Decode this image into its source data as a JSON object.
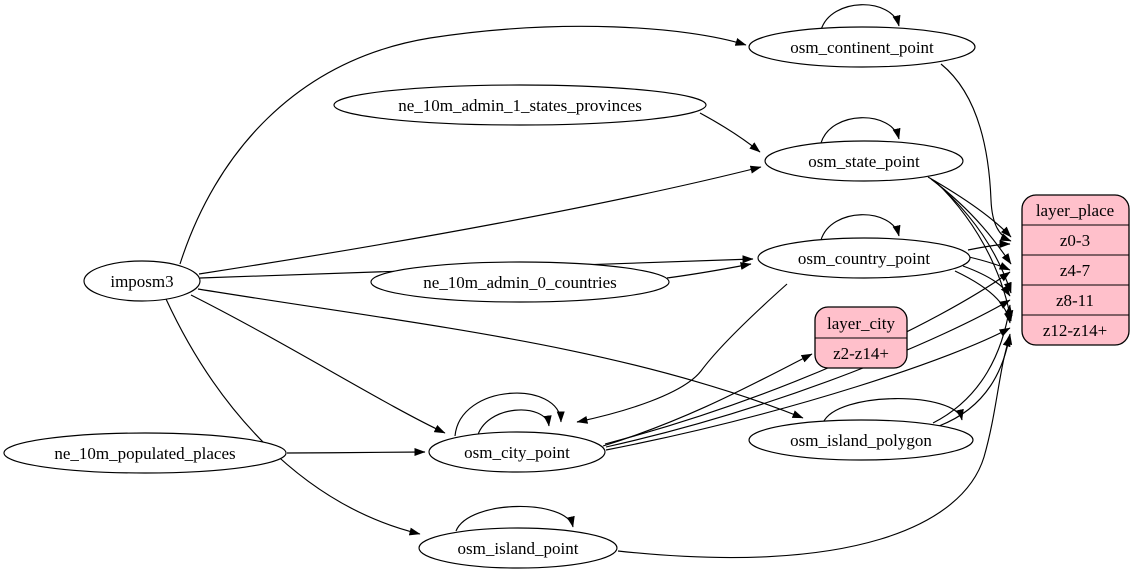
{
  "diagram": {
    "type": "graphviz-etl-digraph",
    "background": "#ffffff",
    "edge_color": "#000000",
    "node_fill": "#ffffff",
    "record_fill": "#ffc0cb",
    "nodes": {
      "imposm3": {
        "label": "imposm3"
      },
      "ne_10m_admin_1_states_provinces": {
        "label": "ne_10m_admin_1_states_provinces"
      },
      "ne_10m_admin_0_countries": {
        "label": "ne_10m_admin_0_countries"
      },
      "ne_10m_populated_places": {
        "label": "ne_10m_populated_places"
      },
      "osm_continent_point": {
        "label": "osm_continent_point"
      },
      "osm_state_point": {
        "label": "osm_state_point"
      },
      "osm_country_point": {
        "label": "osm_country_point"
      },
      "osm_city_point": {
        "label": "osm_city_point"
      },
      "osm_island_polygon": {
        "label": "osm_island_polygon"
      },
      "osm_island_point": {
        "label": "osm_island_point"
      }
    },
    "records": {
      "layer_city": {
        "title": "layer_city",
        "rows": [
          "z2-z14+"
        ]
      },
      "layer_place": {
        "title": "layer_place",
        "rows": [
          "z0-3",
          "z4-7",
          "z8-11",
          "z12-z14+"
        ]
      }
    },
    "edges": [
      {
        "from": "imposm3",
        "to": "osm_continent_point"
      },
      {
        "from": "imposm3",
        "to": "osm_state_point"
      },
      {
        "from": "imposm3",
        "to": "osm_country_point"
      },
      {
        "from": "imposm3",
        "to": "osm_city_point"
      },
      {
        "from": "imposm3",
        "to": "osm_island_polygon"
      },
      {
        "from": "imposm3",
        "to": "osm_island_point"
      },
      {
        "from": "ne_10m_admin_1_states_provinces",
        "to": "osm_state_point"
      },
      {
        "from": "ne_10m_admin_0_countries",
        "to": "osm_country_point"
      },
      {
        "from": "ne_10m_populated_places",
        "to": "osm_city_point"
      },
      {
        "from": "osm_continent_point",
        "to": "osm_continent_point",
        "self_loop": true
      },
      {
        "from": "osm_state_point",
        "to": "osm_state_point",
        "self_loop": true
      },
      {
        "from": "osm_country_point",
        "to": "osm_country_point",
        "self_loop": true
      },
      {
        "from": "osm_city_point",
        "to": "osm_city_point",
        "self_loop": true
      },
      {
        "from": "osm_city_point",
        "to": "osm_city_point",
        "self_loop": true
      },
      {
        "from": "osm_island_polygon",
        "to": "osm_island_polygon",
        "self_loop": true
      },
      {
        "from": "osm_island_point",
        "to": "osm_island_point",
        "self_loop": true
      },
      {
        "from": "osm_continent_point",
        "to": "layer_place",
        "port": "z0-3"
      },
      {
        "from": "osm_state_point",
        "to": "layer_place",
        "port": "z0-3"
      },
      {
        "from": "osm_state_point",
        "to": "layer_place",
        "port": "z4-7"
      },
      {
        "from": "osm_state_point",
        "to": "layer_place",
        "port": "z8-11"
      },
      {
        "from": "osm_state_point",
        "to": "layer_place",
        "port": "z12-z14+"
      },
      {
        "from": "osm_country_point",
        "to": "layer_place",
        "port": "z0-3"
      },
      {
        "from": "osm_country_point",
        "to": "layer_place",
        "port": "z4-7"
      },
      {
        "from": "osm_country_point",
        "to": "layer_place",
        "port": "z8-11"
      },
      {
        "from": "osm_country_point",
        "to": "layer_place",
        "port": "z12-z14+"
      },
      {
        "from": "osm_country_point",
        "to": "osm_city_point"
      },
      {
        "from": "osm_city_point",
        "to": "layer_city",
        "port": "z2-z14+"
      },
      {
        "from": "osm_city_point",
        "to": "layer_place",
        "port": "z4-7"
      },
      {
        "from": "osm_city_point",
        "to": "layer_place",
        "port": "z8-11"
      },
      {
        "from": "osm_city_point",
        "to": "layer_place",
        "port": "z12-z14+"
      },
      {
        "from": "osm_island_polygon",
        "to": "layer_place",
        "port": "z8-11"
      },
      {
        "from": "osm_island_polygon",
        "to": "layer_place",
        "port": "z12-z14+"
      },
      {
        "from": "osm_island_point",
        "to": "layer_place",
        "port": "z12-z14+"
      }
    ]
  }
}
